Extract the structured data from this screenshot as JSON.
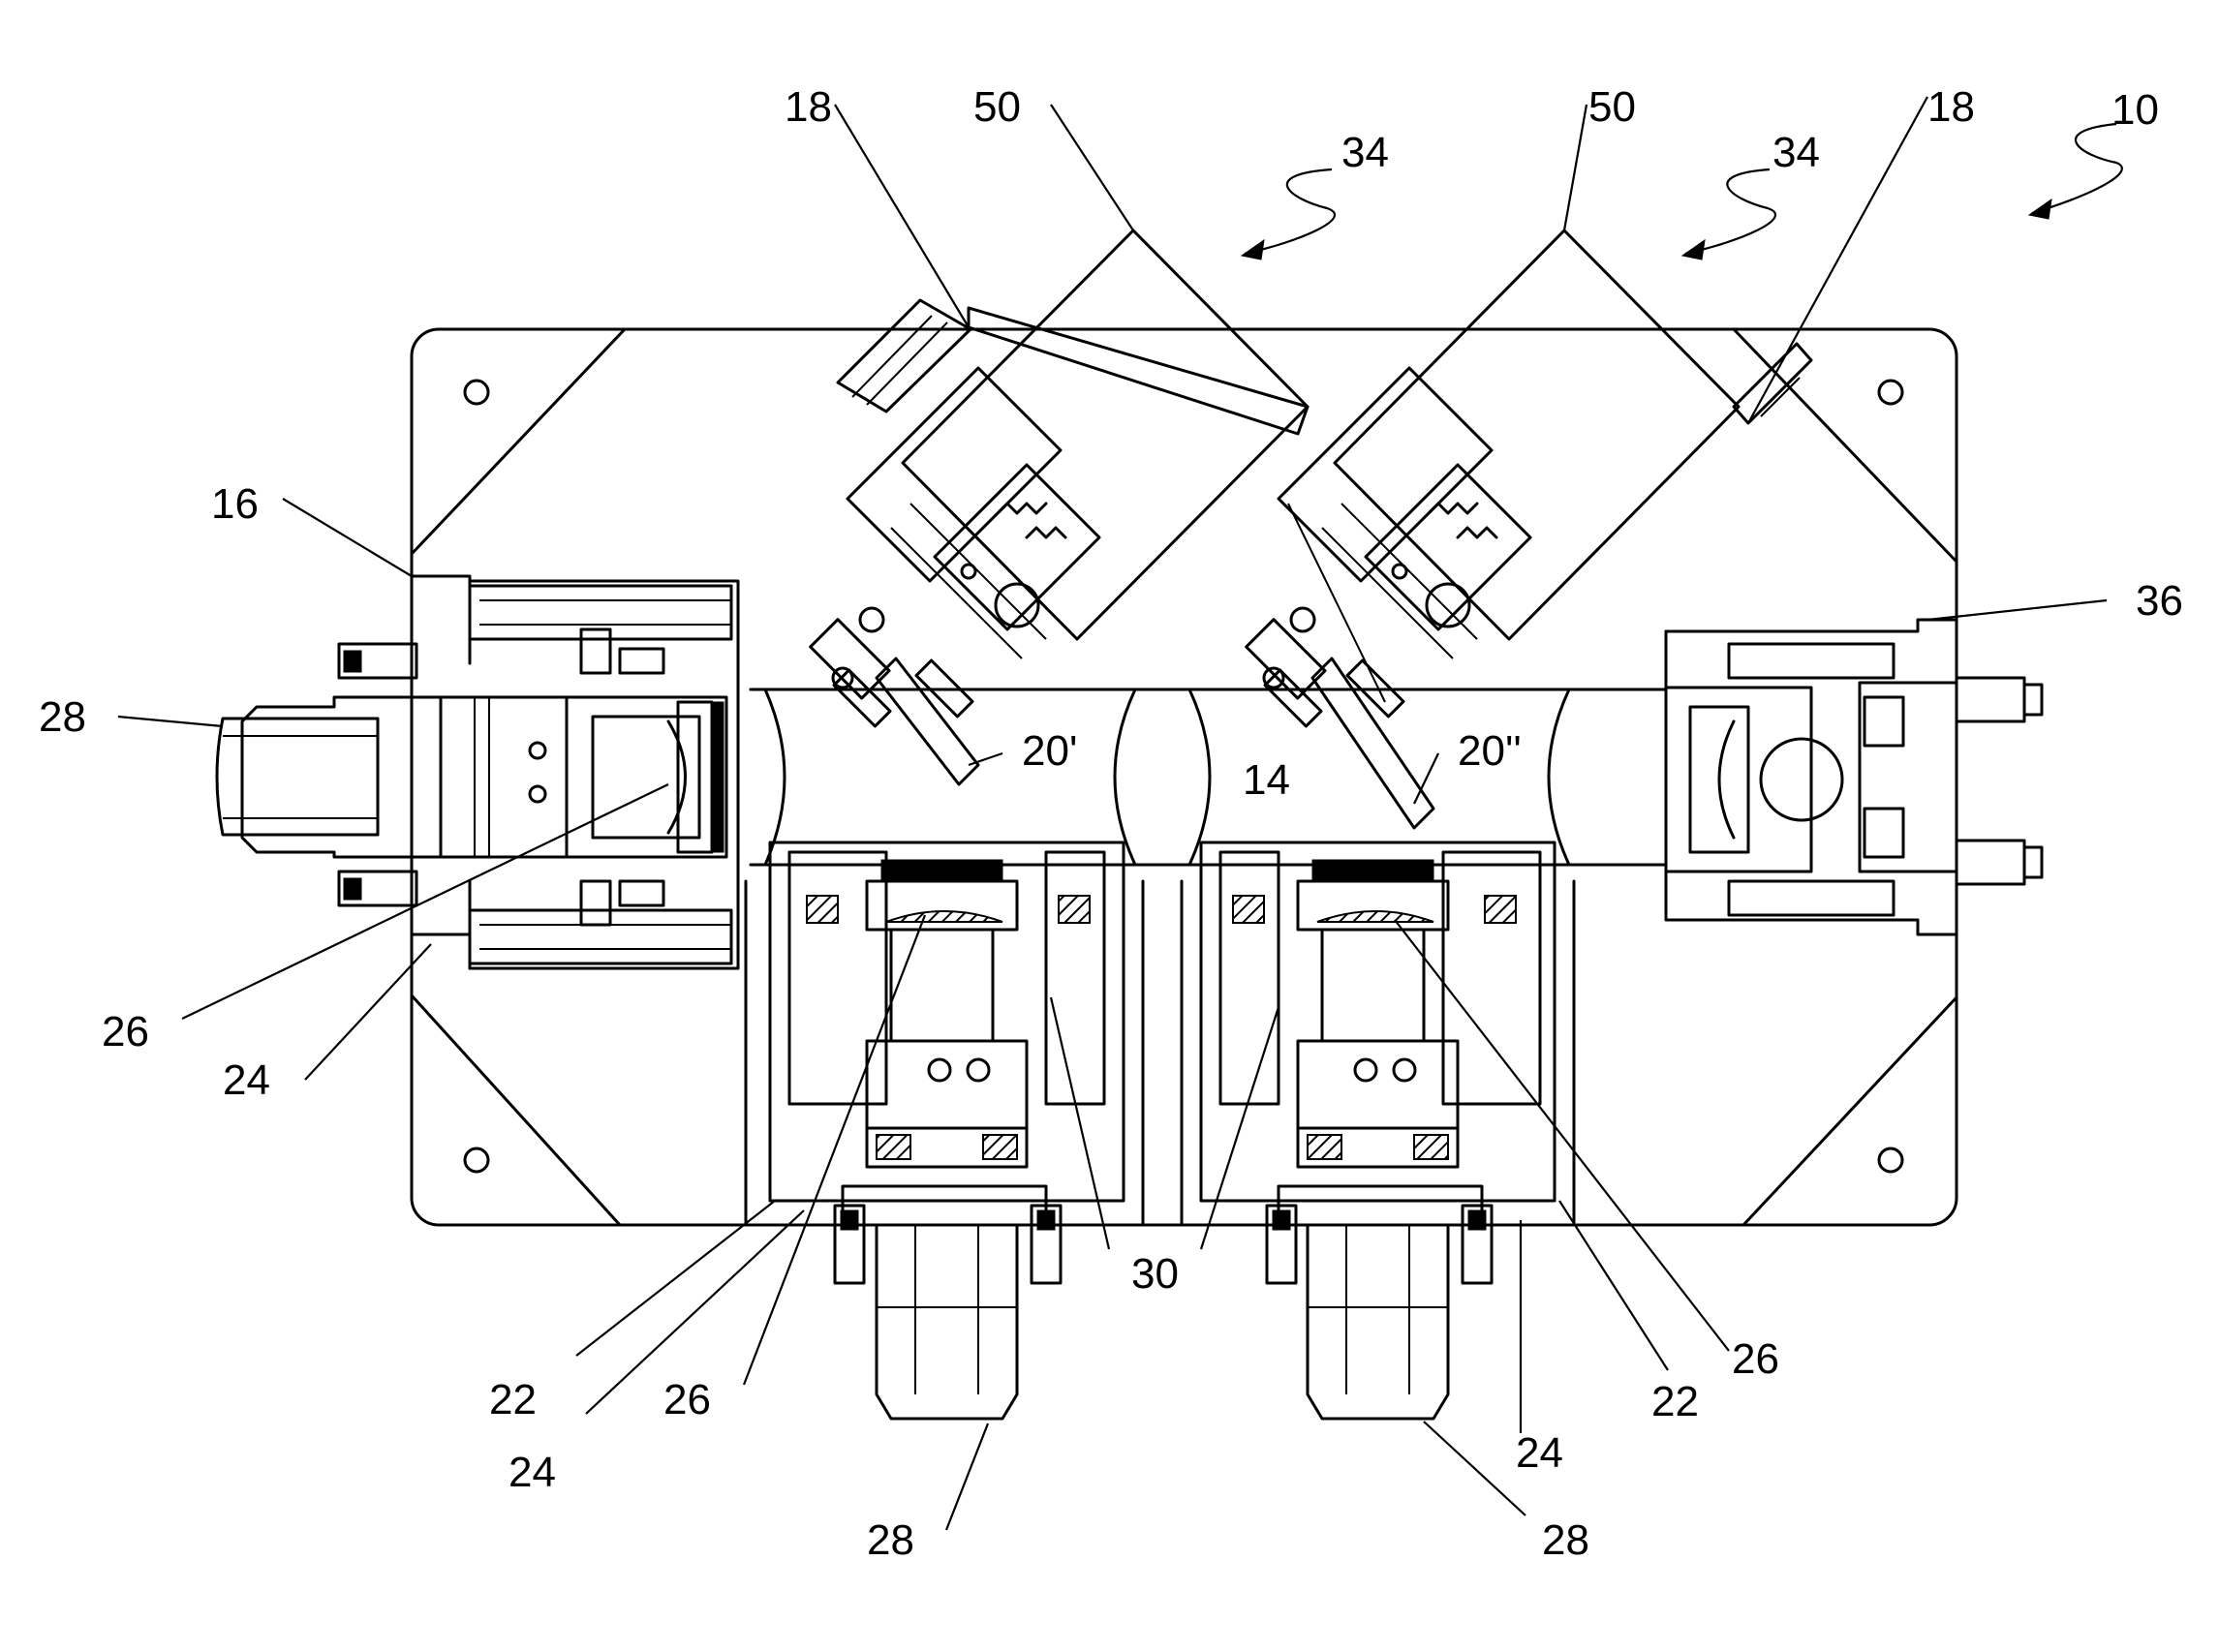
{
  "figure": {
    "labels": {
      "l10": "10",
      "l14": "14",
      "l16": "16",
      "l18a": "18",
      "l18b": "18",
      "l50a": "50",
      "l50b": "50",
      "l34a": "34",
      "l34b": "34",
      "l36": "36",
      "l28left": "28",
      "l28bl": "28",
      "l28br": "28",
      "l26left": "26",
      "l26mid": "26",
      "l26right": "26",
      "l24left": "24",
      "l24mid": "24",
      "l24right": "24",
      "l22left": "22",
      "l22right": "22",
      "l30": "30",
      "l20p": "20'",
      "l20pp": "20''"
    }
  }
}
